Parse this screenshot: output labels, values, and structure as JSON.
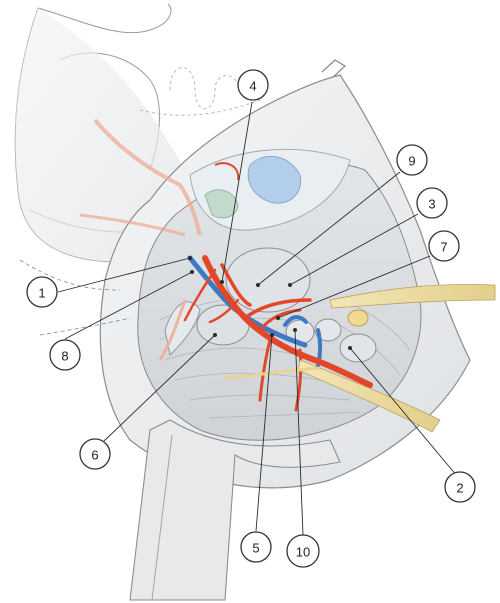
{
  "labels": {
    "l1": "1",
    "l2": "2",
    "l3": "3",
    "l4": "4",
    "l5": "5",
    "l6": "6",
    "l7": "7",
    "l8": "8",
    "l9": "9",
    "l10": "10"
  },
  "colors": {
    "artery": "#e2472a",
    "vein": "#3f79c6",
    "nerve": "#ead9a0",
    "tissue_outline": "#8a8a8a",
    "background": "#ffffff"
  }
}
